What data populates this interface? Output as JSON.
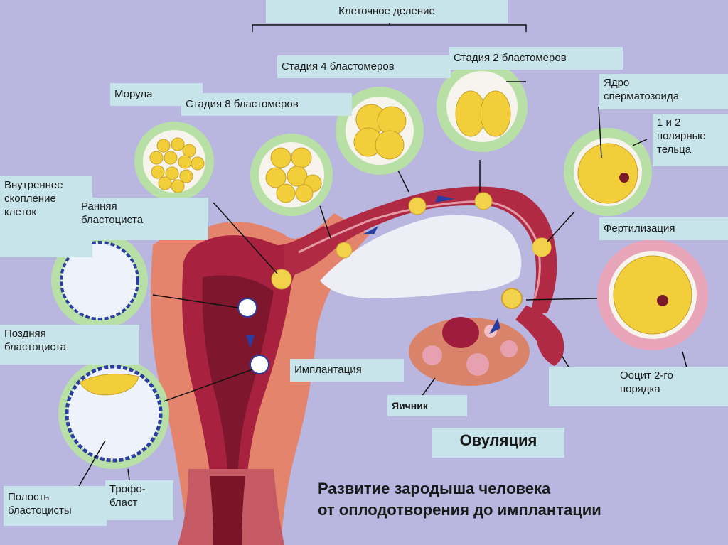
{
  "labels": {
    "cell_division": "Клеточное деление",
    "stage4": "Стадия 4 бластомеров",
    "stage2": "Стадия 2 бластомеров",
    "morula": "Морула",
    "stage8": "Стадия 8 бластомеров",
    "sperm_nucleus": "Ядро\nсперматозоида",
    "polar_bodies": "1 и 2\nполярные\nтельца",
    "inner_cell_mass": "Внутреннее\nскопление\nклеток",
    "early_blastocyst": "Ранняя\nбластоциста",
    "fertilization": "Фертилизация",
    "late_blastocyst": "Поздняя\nбластоциста",
    "implantation": "Имплантация",
    "ovary": "Яичник",
    "oocyte": "Ооцит 2-го\nпорядка",
    "ovulation": "Овуляция",
    "blastocyst_cavity": "Полость\nбластоцисты",
    "trophoblast": "Трофо-\nбласт"
  },
  "title": {
    "line1": "Развитие зародыша человека",
    "line2": "от оплодотворения до имплантации"
  }
}
